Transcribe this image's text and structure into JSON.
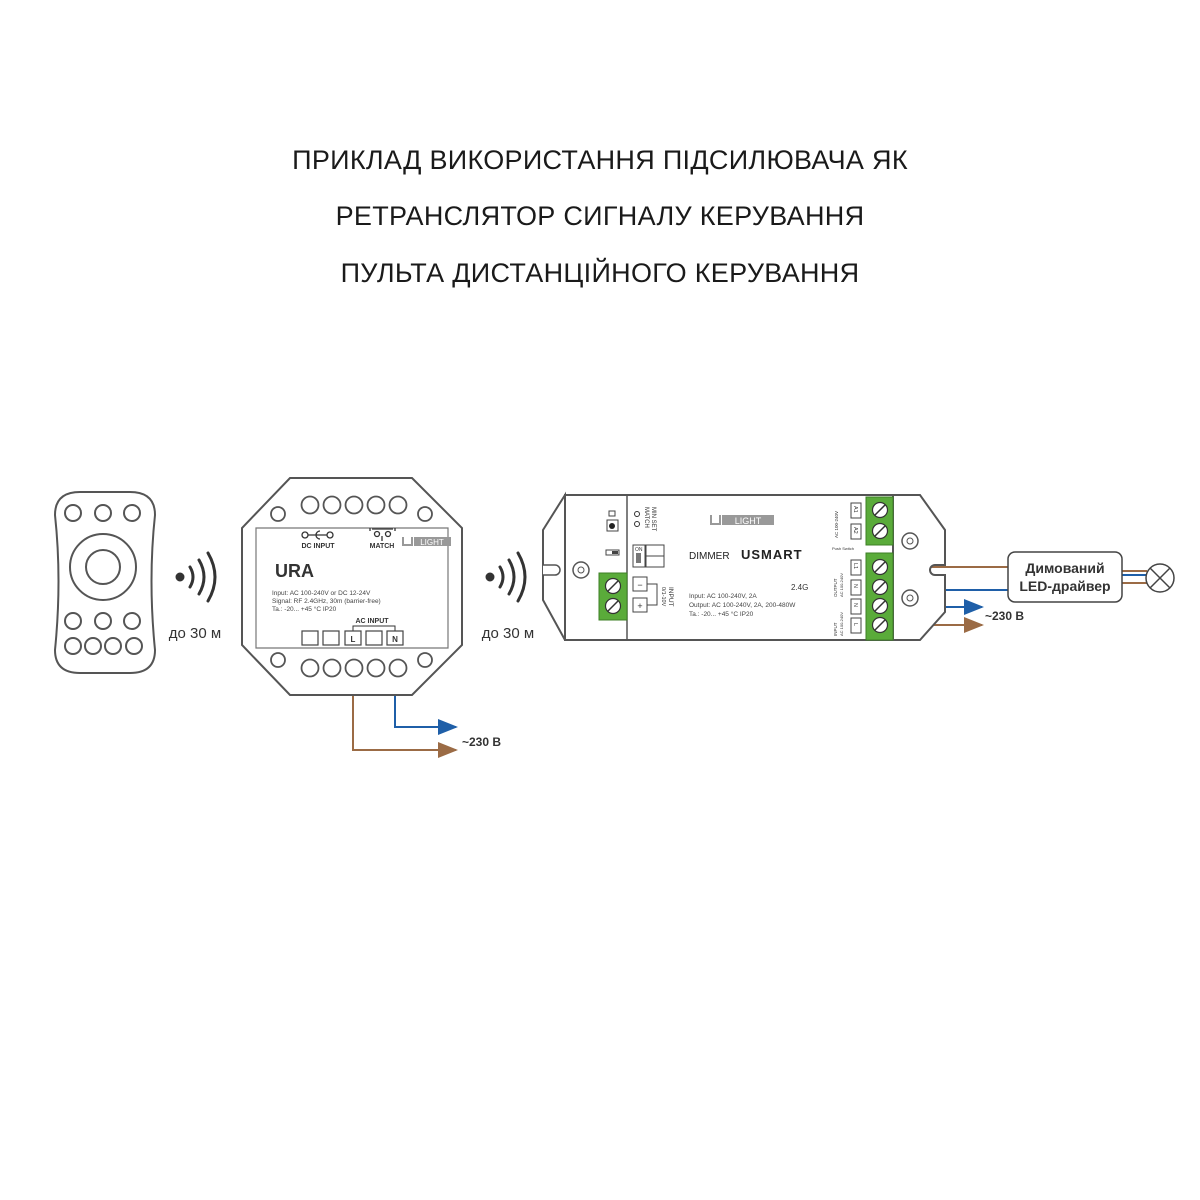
{
  "title": {
    "line1": "ПРИКЛАД ВИКОРИСТАННЯ ПІДСИЛЮВАЧА ЯК",
    "line2": "РЕТРАНСЛЯТОР СИГНАЛУ КЕРУВАННЯ",
    "line3": "ПУЛЬТА ДИСТАНЦІЙНОГО КЕРУВАННЯ"
  },
  "range_label_1": "до 30 м",
  "range_label_2": "до 30 м",
  "ura": {
    "dc_input": "DC INPUT",
    "match": "MATCH",
    "brand": "LIGHT",
    "model": "URA",
    "spec1": "Input: AC 100-240V or DC 12-24V",
    "spec2": "Signal: RF 2.4GHz, 30m (barrier-free)",
    "spec3": "Ta.: -20... +45 °C  IP20",
    "ac_input": "AC INPUT",
    "term_l": "L",
    "term_n": "N",
    "voltage": "~230 В"
  },
  "dimmer": {
    "brand": "LIGHT",
    "type": "DIMMER",
    "series": "USMART",
    "match_label": "MATCH",
    "minset_label": "MIN SET",
    "on_label": "ON",
    "input_label": "INPUT",
    "input_range": "0/1-10V",
    "minus": "−",
    "plus": "+",
    "rf": "2.4G",
    "spec1": "Input: AC 100-240V, 2A",
    "spec2": "Output: AC 100-240V, 2A, 200-480W",
    "spec3": "Ta.: -20... +45 °C  IP20",
    "a1": "A1",
    "a2": "A2",
    "ac_label": "AC 100-240V",
    "push_switch": "Push Switch",
    "output_label": "OUTPUT",
    "output_range": "AC 100-240V",
    "l1": "L1",
    "n_out": "N",
    "n_in": "N",
    "l_in": "L",
    "input_ac_label": "INPUT",
    "input_ac_range": "AC 100-240V",
    "voltage": "~230 В"
  },
  "driver": {
    "line1": "Димований",
    "line2": "LED-драйвер"
  },
  "colors": {
    "brown": "#9b6b45",
    "blue": "#1f5fa8",
    "green": "#5aab3a",
    "outline": "#4a4a4a"
  }
}
